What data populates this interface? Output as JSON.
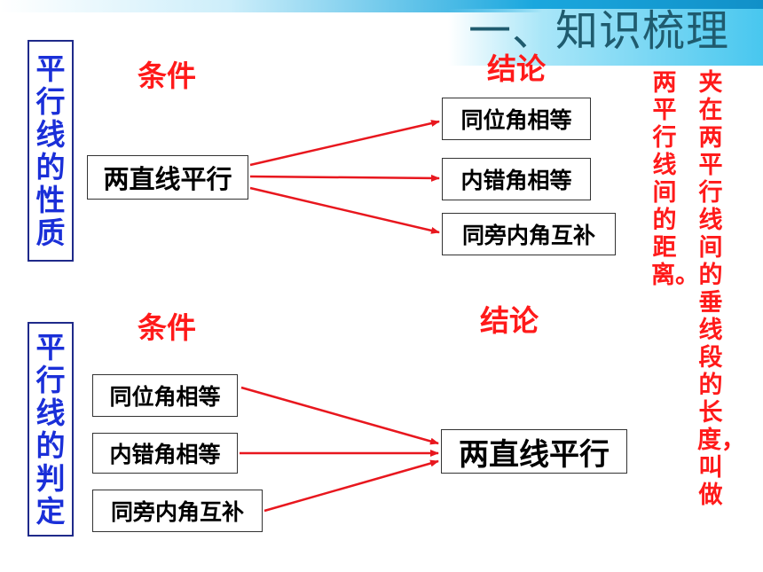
{
  "title": "一、知识梳理",
  "properties": {
    "vertical_label": "平行线的性质",
    "condition_label": "条件",
    "conclusion_label": "结论",
    "condition": "两直线平行",
    "conclusions": [
      "同位角相等",
      "内错角相等",
      "同旁内角互补"
    ]
  },
  "judgment": {
    "vertical_label": "平行线的判定",
    "condition_label": "条件",
    "conclusion_label": "结论",
    "conditions": [
      "同位角相等",
      "内错角相等",
      "同旁内角互补"
    ],
    "conclusion": "两直线平行"
  },
  "definition": {
    "column1": "夹在两平行线间的垂线段的长度，叫做",
    "column2": "两平行线间的距离。"
  },
  "colors": {
    "title_text": "#1f5b6e",
    "vertical_label": "#1a2fd8",
    "accent_red": "#ff1a1a",
    "arrow": "#e8171e",
    "banner": "#1aa7de"
  }
}
